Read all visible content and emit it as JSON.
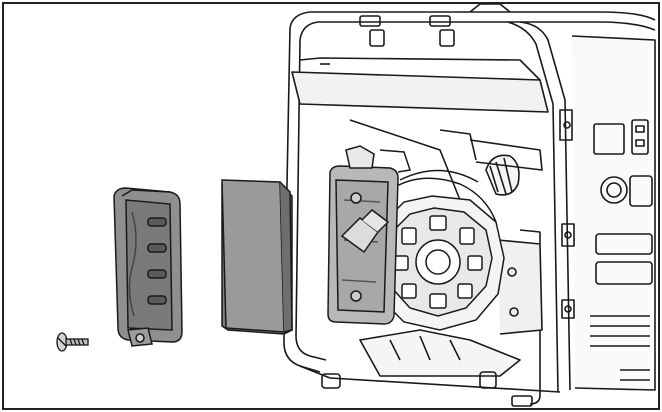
{
  "diagram": {
    "parts": [
      {
        "id": "screw",
        "icon": "screw-icon"
      },
      {
        "id": "air-filter-cover",
        "icon": "filter-cover-icon"
      },
      {
        "id": "foam-filter-element",
        "icon": "foam-filter-icon"
      },
      {
        "id": "air-filter-housing",
        "icon": "housing-icon"
      },
      {
        "id": "generator-body",
        "icon": "generator-icon"
      }
    ],
    "colors": {
      "line": "#1a1a1a",
      "cover_fill": "#8f8f8f",
      "cover_dark": "#5a5a5a",
      "foam_fill": "#9a9a9a",
      "housing_fill": "#b8b8b8",
      "panel_fill": "#e6e6e6",
      "border": "#222222",
      "background": "#ffffff"
    }
  }
}
